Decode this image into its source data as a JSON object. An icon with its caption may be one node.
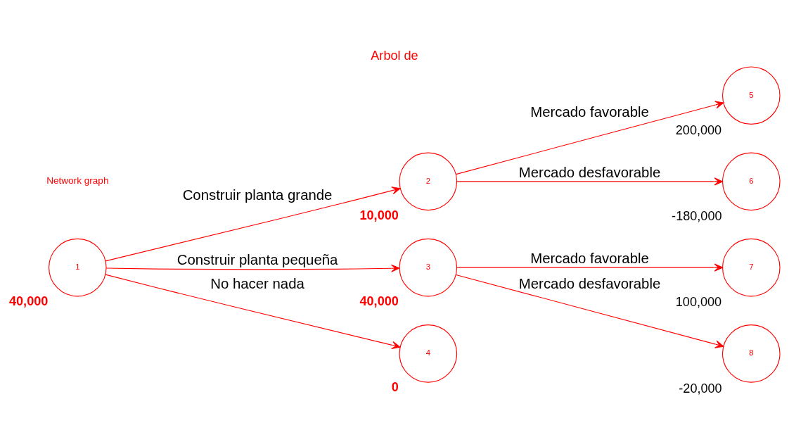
{
  "diagram": {
    "title": "Arbol de",
    "nodes": [
      {
        "text": [
          "1"
        ],
        "beside": [
          "40,000"
        ]
      },
      {
        "text": [
          "2"
        ],
        "beside": [
          "10,000"
        ]
      },
      {
        "text": [
          "3"
        ],
        "beside": [
          "40,000"
        ]
      },
      {
        "text": [
          "4"
        ],
        "beside": [
          "0"
        ]
      },
      {
        "text": [
          "5"
        ],
        "beside": [
          "200,000"
        ]
      },
      {
        "text": [
          "6"
        ],
        "beside": [
          "-180,000"
        ]
      },
      {
        "text": [
          "7"
        ],
        "beside": [
          "100,000"
        ]
      },
      {
        "text": [
          "8"
        ],
        "beside": [
          "-20,000"
        ]
      }
    ],
    "edges": [
      {
        "from": 0,
        "to": 1,
        "arrow": "to",
        "label": "Construir planta grande"
      },
      {
        "from": 0,
        "to": 2,
        "arrow": "to",
        "label": "Construir planta pequeña"
      },
      {
        "from": 0,
        "to": 3,
        "arrow": "to",
        "label": "No hacer nada"
      },
      {
        "from": 1,
        "to": 4,
        "arrow": "to",
        "label": "Mercado favorable"
      },
      {
        "from": 1,
        "to": 5,
        "arrow": "to",
        "label": "Mercado desfavorable"
      },
      {
        "from": 2,
        "to": 6,
        "arrow": "to",
        "label": "Mercado favorable"
      },
      {
        "from": 2,
        "to": 7,
        "arrow": "to",
        "label": "Mercado desfavorable"
      }
    ],
    "labels": [
      "Network graph"
    ]
  }
}
